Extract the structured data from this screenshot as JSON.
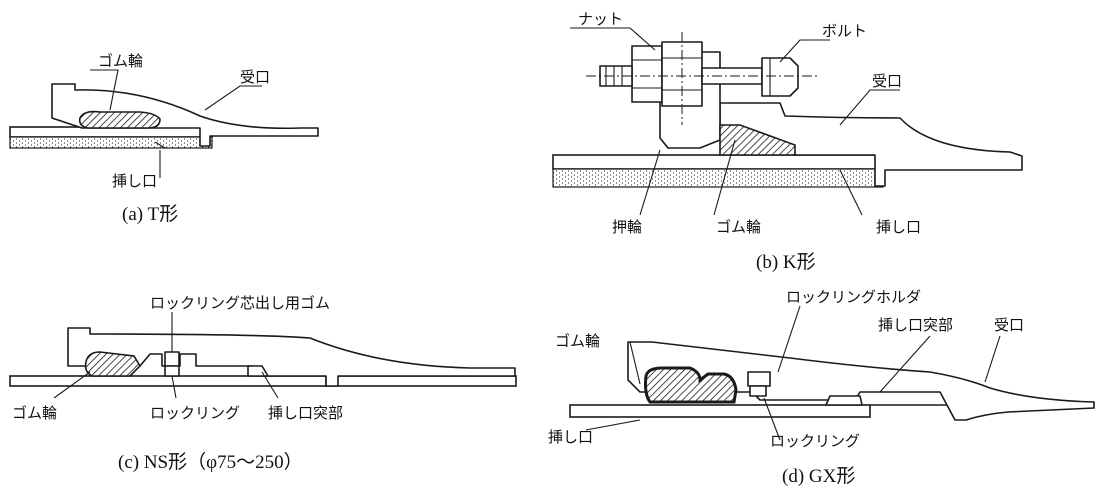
{
  "figure": {
    "panel_a": {
      "caption": "(a) T形",
      "labels": {
        "rubber_ring": "ゴム輪",
        "socket": "受口",
        "spigot": "挿し口"
      }
    },
    "panel_b": {
      "caption": "(b) K形",
      "labels": {
        "nut": "ナット",
        "bolt": "ボルト",
        "socket": "受口",
        "gland": "押輪",
        "rubber_ring": "ゴム輪",
        "spigot": "挿し口"
      }
    },
    "panel_c": {
      "caption": "(c) NS形（φ75～250）",
      "labels": {
        "centering_rubber": "ロックリング芯出し用ゴム",
        "rubber_ring": "ゴム輪",
        "lock_ring": "ロックリング",
        "spigot_protrusion": "挿し口突部"
      }
    },
    "panel_d": {
      "caption": "(d) GX形",
      "labels": {
        "lock_ring_holder": "ロックリングホルダ",
        "rubber_ring": "ゴム輪",
        "spigot_protrusion": "挿し口突部",
        "socket": "受口",
        "spigot": "挿し口",
        "lock_ring": "ロックリング"
      }
    }
  }
}
